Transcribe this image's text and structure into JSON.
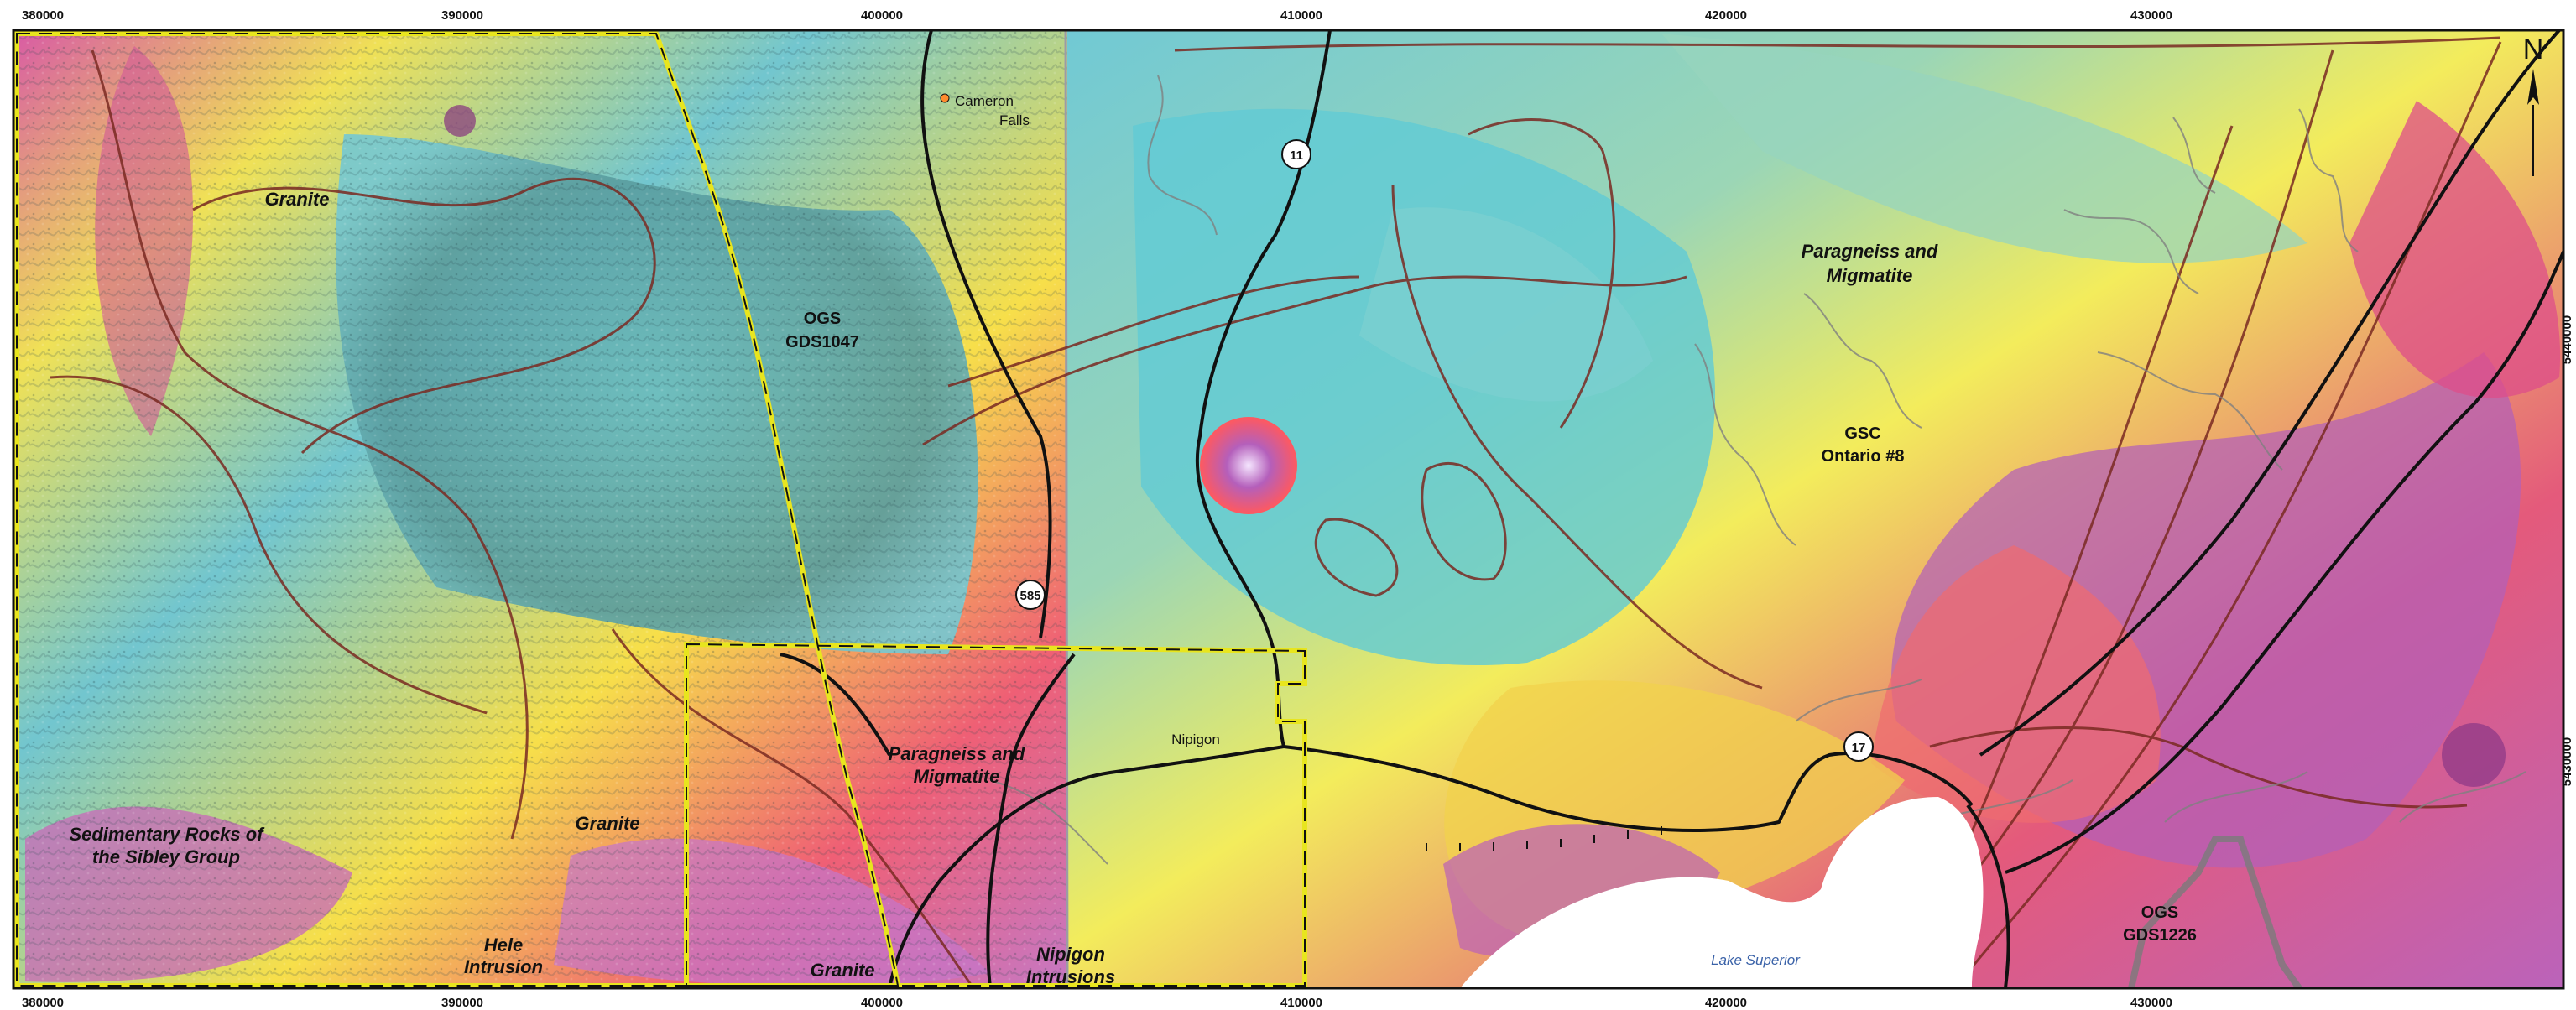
{
  "map": {
    "axis_x_ticks": [
      "380000",
      "390000",
      "400000",
      "410000",
      "420000",
      "430000"
    ],
    "axis_y_ticks": [
      "5440000",
      "5430000"
    ],
    "north_label": "N",
    "geology_labels": [
      "Granite",
      "Granite",
      "Granite",
      "Sedimentary Rocks of",
      "the Sibley Group",
      "Hele",
      "Intrusion",
      "Paragneiss and",
      "Migmatite",
      "Paragneiss and",
      "Migmatite",
      "Nipigon",
      "Intrusions"
    ],
    "survey_labels": [
      "OGS",
      "GDS1047",
      "GSC",
      "Ontario #8",
      "OGS",
      "GDS1226"
    ],
    "place_labels": [
      "Cameron",
      "Falls",
      "Nipigon"
    ],
    "water_label": "Lake Superior",
    "highway_labels": [
      "11",
      "585",
      "17"
    ],
    "colors": {
      "low_magnetic": "#5cc7d2",
      "mid_magnetic": "#f2ea55",
      "high_magnetic": "#e0487a",
      "very_high_magnetic": "#b35fb8",
      "survey_outline": "#e8e51e",
      "roads": "#111111",
      "geology_contacts": "#7a2a22",
      "water": "#ffffff"
    }
  }
}
